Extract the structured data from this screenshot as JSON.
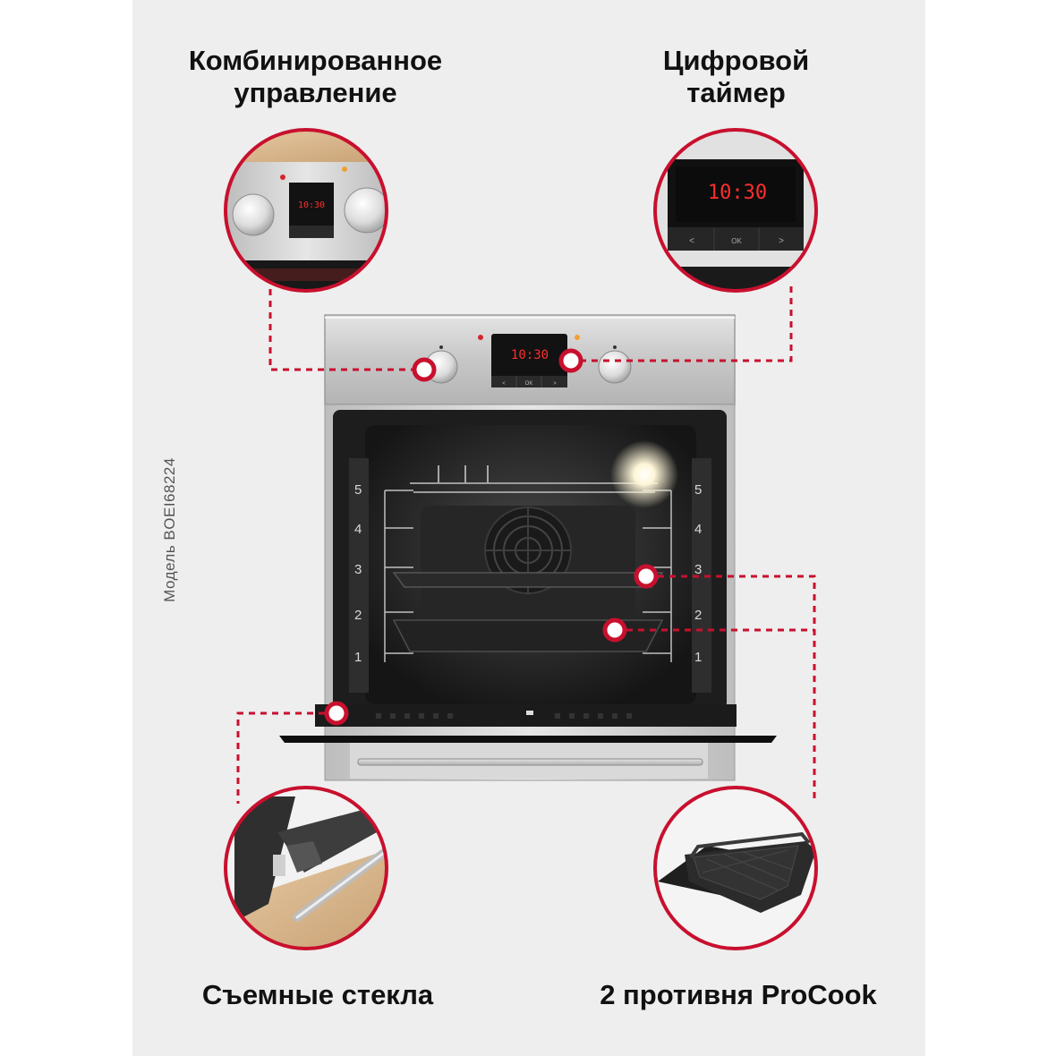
{
  "headline_combined": "Комбинированное\nуправление",
  "headline_timer": "Цифровой\nтаймер",
  "headline_glass": "Съемные стекла",
  "headline_trays": "2 противня ProCook",
  "model": "Модель BOEI68224",
  "display": {
    "time": "10:30",
    "buttons": [
      "<",
      "OK",
      ">"
    ]
  },
  "shelf_levels": [
    "5",
    "4",
    "3",
    "2",
    "1"
  ],
  "colors": {
    "accent": "#c8102e",
    "background": "#eeeeee",
    "lcd": "#ff2e2e"
  },
  "icons": [
    "callout-dot",
    "knob",
    "fan",
    "tray",
    "door-glass"
  ]
}
